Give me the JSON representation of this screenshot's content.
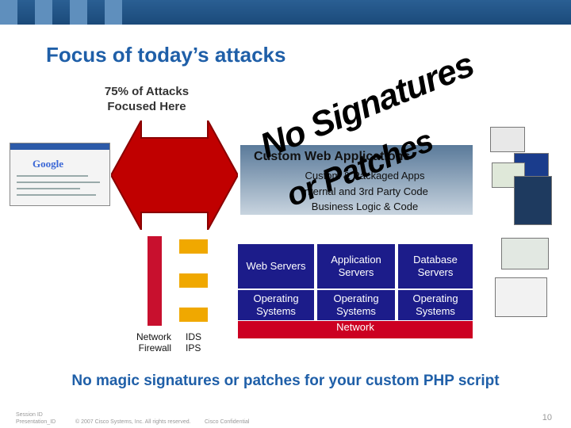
{
  "slide": {
    "title": "Focus of today’s attacks",
    "callout": "75% of Attacks\nFocused Here",
    "bottom_text": "No magic signatures or patches for your custom PHP script",
    "page_number": "10"
  },
  "browser": {
    "logo": "Google"
  },
  "app_layer": {
    "title": "Custom Web Applications",
    "lines": [
      "Custom & Packaged Apps",
      "Internal and 3rd Party Code",
      "Business Logic & Code"
    ]
  },
  "overlay": {
    "word1": "No Signatures",
    "word2": "or Patches"
  },
  "servers": {
    "row1": [
      "Web Servers",
      "Application Servers",
      "Database Servers"
    ],
    "row2": [
      "Operating Systems",
      "Operating Systems",
      "Operating Systems"
    ],
    "network": "Network"
  },
  "network_labels": {
    "firewall": "Network\nFirewall",
    "ids": "IDS\nIPS"
  },
  "footer": {
    "session": "Session ID\nPresentation_ID",
    "copyright": "© 2007 Cisco Systems, Inc. All rights reserved.",
    "confidential": "Cisco Confidential"
  },
  "colors": {
    "title_blue": "#1f5fa8",
    "server_navy": "#1c1c8a",
    "network_red": "#cc0022",
    "firewall_yellow": "#f0a800"
  }
}
